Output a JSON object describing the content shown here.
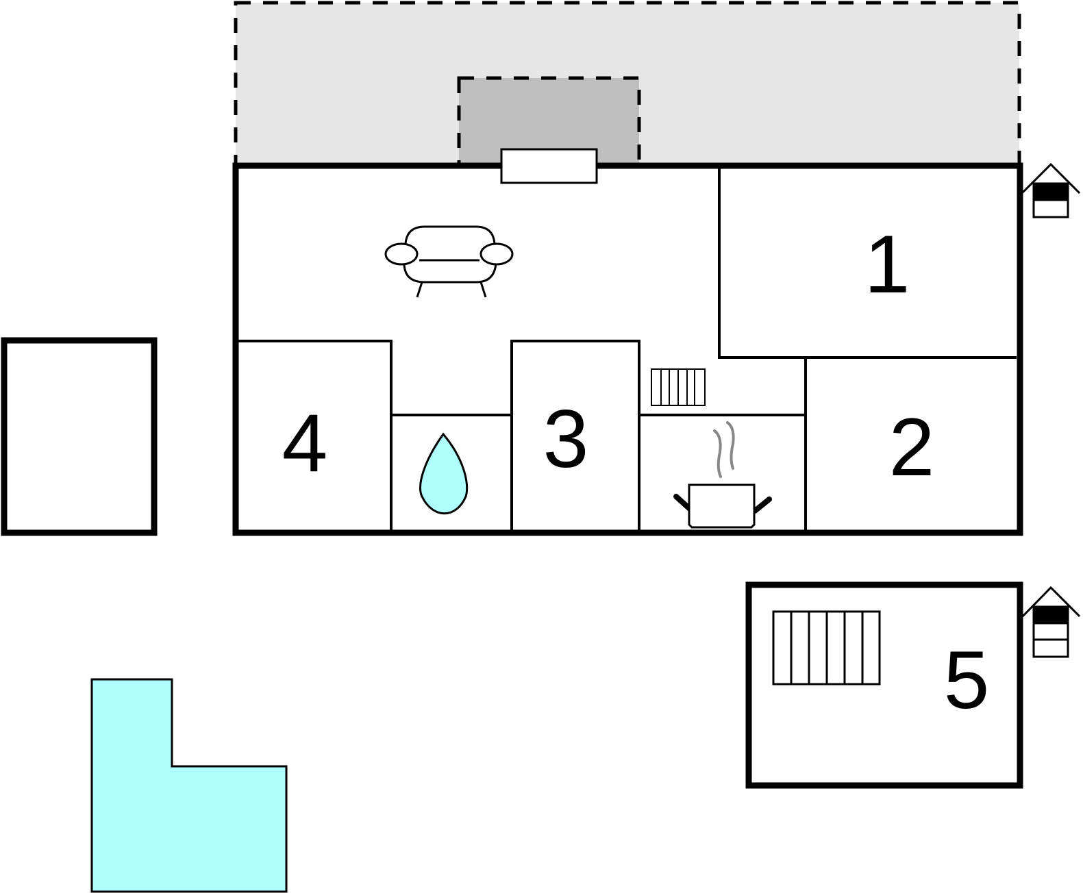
{
  "rooms": {
    "bedroom_1": "1",
    "bedroom_2": "2",
    "bedroom_3": "3",
    "bedroom_4": "4",
    "bedroom_5": "5"
  },
  "colors": {
    "terrace": "#e6e6e6",
    "covered_terrace": "#bfbfbf",
    "water": "#b0ffff",
    "steam": "#888888",
    "wall": "#000000"
  },
  "icons": [
    "sofa-icon",
    "water-drop-icon",
    "cooking-pot-icon",
    "radiator-icon",
    "house-entrance-icon",
    "pool"
  ]
}
